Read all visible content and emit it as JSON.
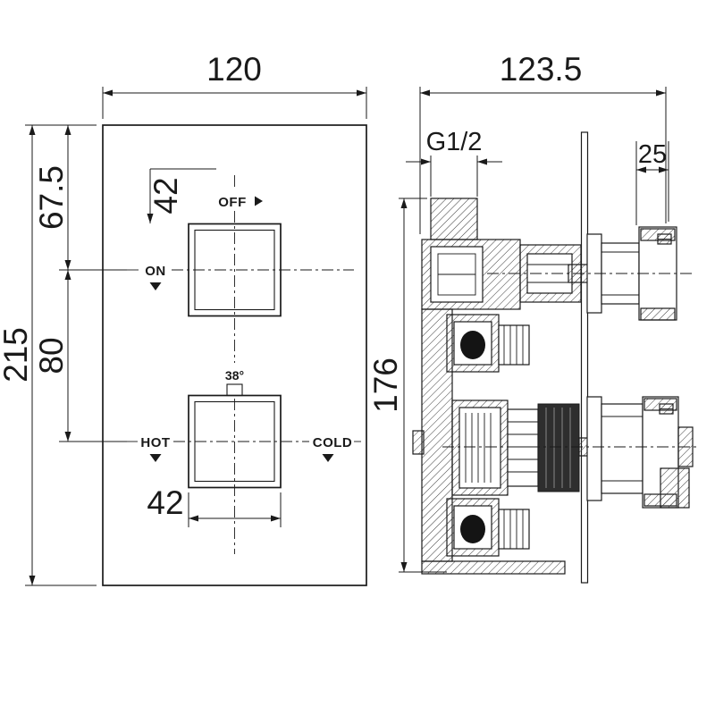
{
  "colors": {
    "ink": "#1a1a1a",
    "background": "#ffffff"
  },
  "front_view": {
    "overall_width": "120",
    "overall_height": "215",
    "top_handle_offset": "67.5",
    "handle_spacing": "80",
    "top_handle_size": "42",
    "bottom_handle_size": "42",
    "off_label": "OFF",
    "on_label": "ON",
    "temperature_label": "38°",
    "hot_label": "HOT",
    "cold_label": "COLD"
  },
  "side_view": {
    "overall_depth": "123.5",
    "body_height": "176",
    "inlet_thread": "G1/2",
    "handle_depth": "25"
  }
}
